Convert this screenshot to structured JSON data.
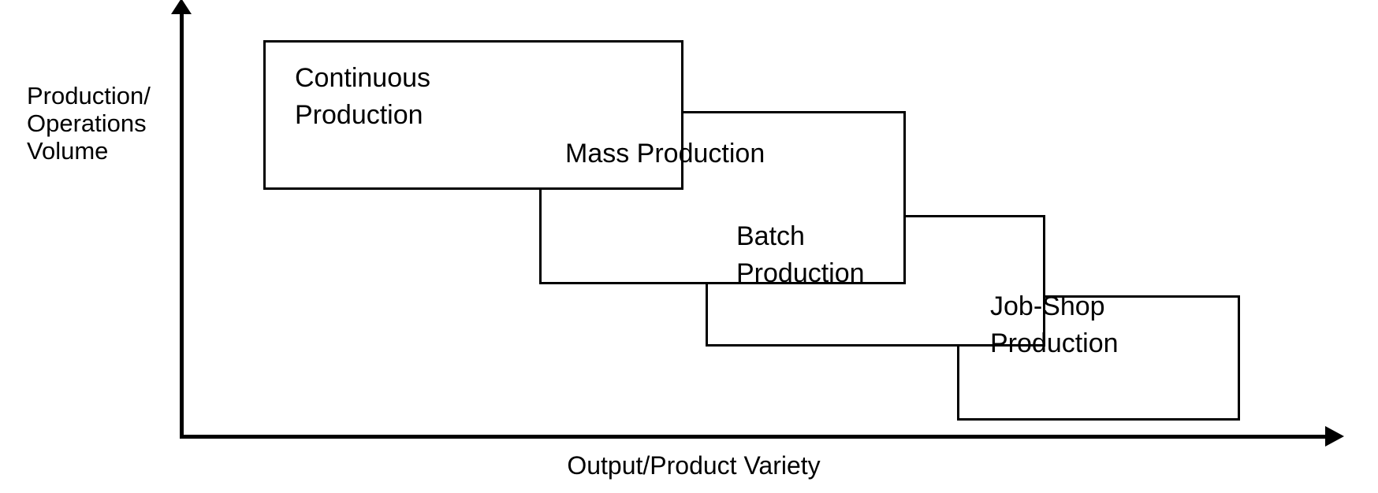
{
  "chart_data": {
    "type": "diagram",
    "title": "",
    "xlabel": "Output/Product Variety",
    "ylabel": "Production/\nOperations\nVolume",
    "description": "Product-process matrix staircase relating production/operations volume to output/product variety",
    "categories": [
      "Continuous Production",
      "Mass Production",
      "Batch Production",
      "Job-Shop Production"
    ],
    "stages": [
      {
        "name": "Continuous Production",
        "label": "Continuous\nProduction",
        "volume_rank": 4,
        "variety_rank": 1
      },
      {
        "name": "Mass Production",
        "label": "Mass Production",
        "volume_rank": 3,
        "variety_rank": 2
      },
      {
        "name": "Batch Production",
        "label": "Batch\nProduction",
        "volume_rank": 2,
        "variety_rank": 3
      },
      {
        "name": "Job-Shop Production",
        "label": "Job-Shop\nProduction",
        "volume_rank": 1,
        "variety_rank": 4
      }
    ],
    "axes": {
      "x": {
        "label": "Output/Product Variety",
        "direction": "increasing-right",
        "ticks": [],
        "grid": false
      },
      "y": {
        "label": "Production/Operations Volume",
        "direction": "increasing-up",
        "ticks": [],
        "grid": false
      }
    },
    "colors": {
      "stroke": "#000000",
      "fill": "#ffffff",
      "text": "#000000",
      "background": "#ffffff"
    }
  },
  "axes": {
    "y_label": "Production/\nOperations\nVolume",
    "x_label": "Output/Product Variety"
  },
  "boxes": {
    "continuous": {
      "label": "Continuous\nProduction"
    },
    "mass": {
      "label": "Mass Production"
    },
    "batch": {
      "label": "Batch\nProduction"
    },
    "jobshop": {
      "label": "Job-Shop\nProduction"
    }
  }
}
